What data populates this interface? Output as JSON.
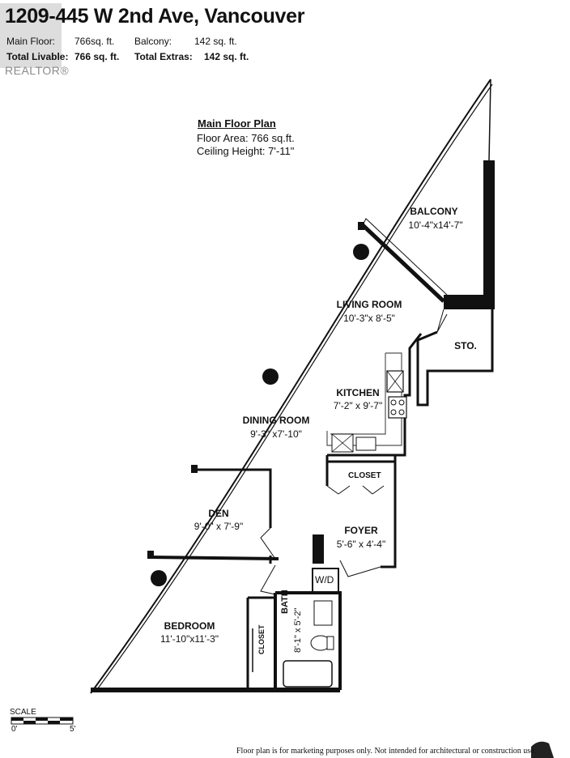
{
  "header": {
    "title": "1209-445 W 2nd Ave, Vancouver",
    "main_floor_label": "Main Floor:",
    "main_floor_value": "766sq. ft.",
    "balcony_label": "Balcony:",
    "balcony_value": "142 sq. ft.",
    "total_livable_label": "Total Livable:",
    "total_livable_value": "766 sq. ft.",
    "total_extras_label": "Total Extras:",
    "total_extras_value": "142 sq. ft.",
    "watermark": "REALTOR®"
  },
  "plan_info": {
    "title": "Main Floor Plan",
    "floor_area": "Floor Area: 766 sq.ft.",
    "ceiling_height": "Ceiling Height: 7'-11\""
  },
  "rooms": {
    "balcony": {
      "name": "BALCONY",
      "dims": "10'-4\"x14'-7\""
    },
    "living": {
      "name": "LIVING ROOM",
      "dims": "10'-3\"x 8'-5\""
    },
    "storage": {
      "name": "STO."
    },
    "kitchen": {
      "name": "KITCHEN",
      "dims": "7'-2\" x 9'-7\""
    },
    "dining": {
      "name": "DINING ROOM",
      "dims": "9'-3\" x7'-10\""
    },
    "closet_foyer": {
      "name": "CLOSET"
    },
    "den": {
      "name": "DEN",
      "dims": "9'-0\" x 7'-9\""
    },
    "foyer": {
      "name": "FOYER",
      "dims": "5'-6\" x 4'-4\""
    },
    "wd": {
      "name": "W/D"
    },
    "bath": {
      "name": "BATH",
      "dims": "8'-1\" x 5'-2\""
    },
    "bedroom": {
      "name": "BEDROOM",
      "dims": "11'-10\"x11'-3\""
    },
    "closet_bedroom": {
      "name": "CLOSET"
    }
  },
  "scale": {
    "label": "SCALE",
    "start": "0'",
    "end": "5'"
  },
  "footer": {
    "disclaimer": "Floor plan is for marketing purposes only. Not intended for architectural or construction use."
  }
}
